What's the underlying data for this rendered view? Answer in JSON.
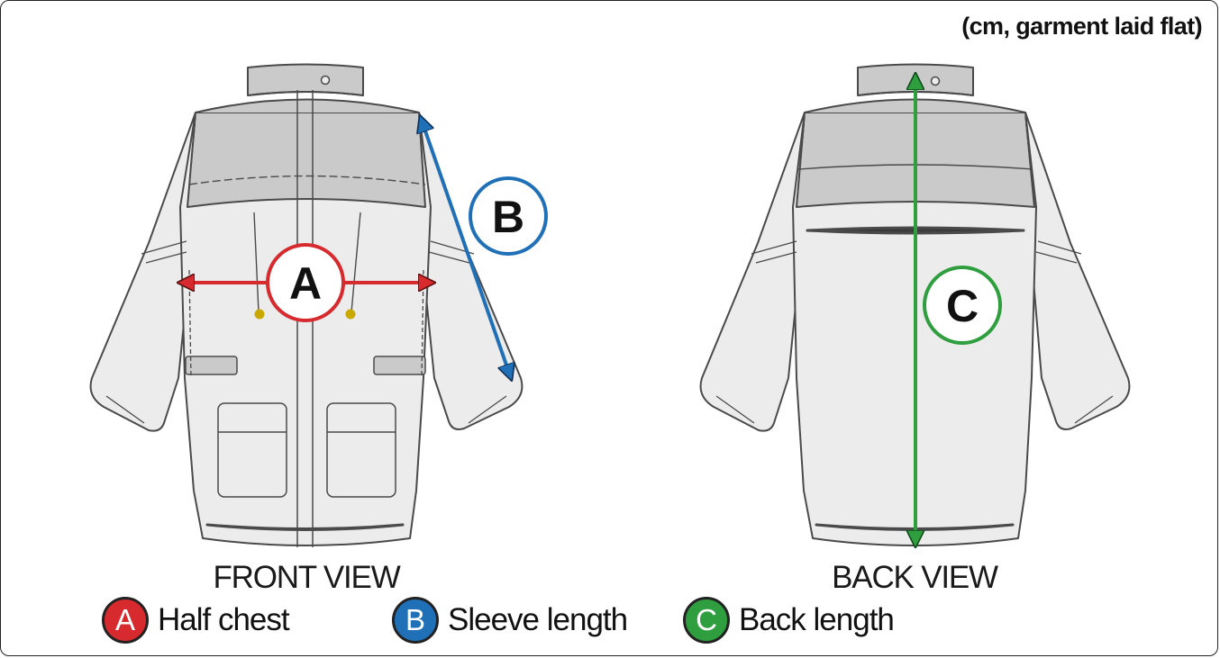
{
  "units_note": "(cm, garment laid flat)",
  "views": {
    "front": "FRONT VIEW",
    "back": "BACK VIEW"
  },
  "measurements": [
    {
      "key": "A",
      "label": "Half chest",
      "color": "#d62a2e"
    },
    {
      "key": "B",
      "label": "Sleeve length",
      "color": "#2070b8"
    },
    {
      "key": "C",
      "label": "Back length",
      "color": "#2e9e3e"
    }
  ],
  "colors": {
    "body_fill": "#ececec",
    "yoke_fill": "#cacaca",
    "outline": "#4a4a4a",
    "zipper_pull": "#c9a800"
  }
}
